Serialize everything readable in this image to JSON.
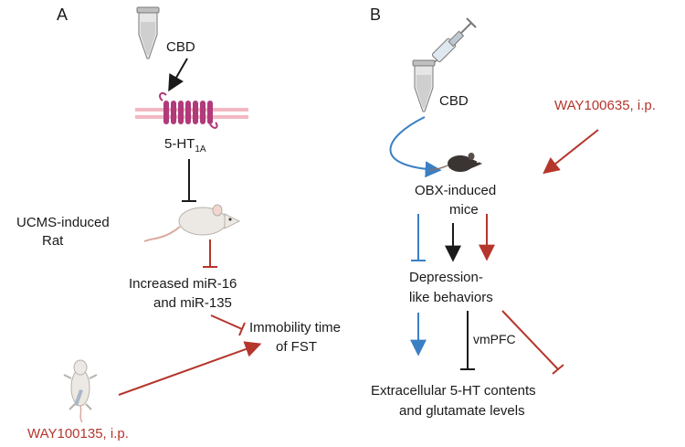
{
  "panels": {
    "a": {
      "letter": "A",
      "drug": "CBD",
      "receptor_base": "5-HT",
      "receptor_sub": "1A",
      "model_line1": "UCMS-induced",
      "model_line2": "Rat",
      "mirna_line1": "Increased miR-16",
      "mirna_line2": "and miR-135",
      "outcome_line1": "Immobility time",
      "outcome_line2": "of FST",
      "antagonist": "WAY100135, i.p."
    },
    "b": {
      "letter": "B",
      "drug": "CBD",
      "antagonist": "WAY100635, i.p.",
      "model_line1": "OBX-induced",
      "model_line2": "mice",
      "behavior_line1": "Depression-",
      "behavior_line2": "like behaviors",
      "region": "vmPFC",
      "outcome_line1": "Extracellular 5-HT contents",
      "outcome_line2": "and glutamate levels"
    }
  },
  "colors": {
    "text": "#1a1a1a",
    "red": "#b5362c",
    "blue": "#3a7fc4",
    "black": "#1a1a1a",
    "receptor": "#b03a7a",
    "membrane": "#f2b8c2",
    "tube": "#d9d9d9",
    "rat": "#ece9e4",
    "mouse": "#3a3432"
  },
  "icons": [
    "microcentrifuge-tube-icon",
    "gpcr-receptor-icon",
    "rat-icon",
    "syringe-icon",
    "mouse-icon"
  ]
}
